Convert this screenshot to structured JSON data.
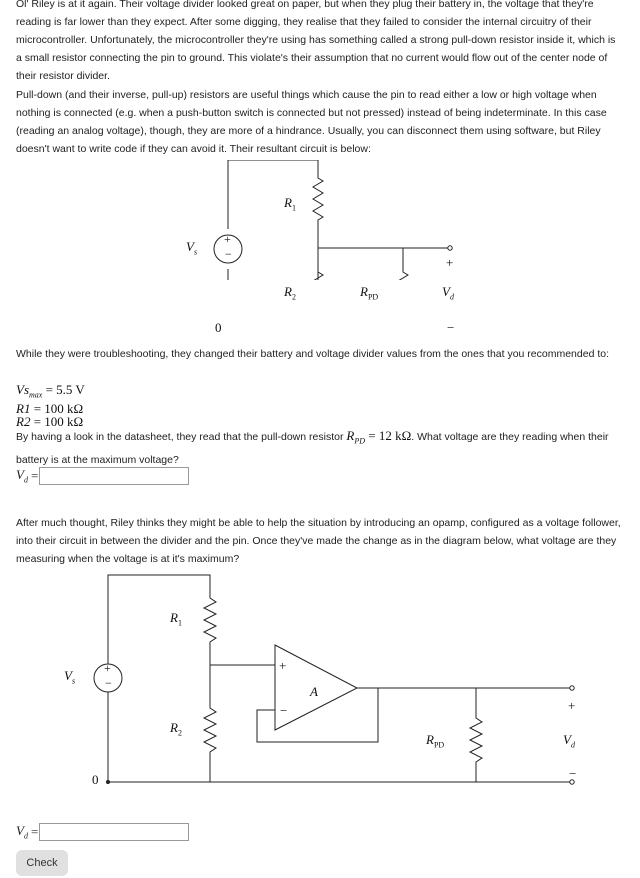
{
  "paragraphs": {
    "p1": "Ol' Riley is at it again. Their voltage divider looked great on paper, but when they plug their battery in, the voltage that they're reading is far lower than they expect. After some digging, they realise that they failed to consider the internal circuitry of their microcontroller. Unfortunately, the microcontroller they're using has something called a strong pull-down resistor inside it, which is a small resistor connecting the pin to ground. This violate's their assumption that no current would flow out of the center node of their resistor divider.",
    "p2": "Pull-down (and their inverse, pull-up) resistors are useful things which cause the pin to read either a low or high voltage when nothing is connected (e.g. when a push-button switch is connected but not pressed) instead of being indeterminate. In this case (reading an analog voltage), though, they are more of a hindrance. Usually, you can disconnect them using software, but Riley doesn't want to write code if they can avoid it. Their resultant circuit is below:",
    "p3": "While they were troubleshooting, they changed their battery and voltage divider values from the ones that you recommended to:",
    "p4_start": "By having a look in the datasheet, they read that the pull-down resistor ",
    "p4_end": ". What voltage are they reading when their battery is at the maximum voltage?",
    "p5": "After much thought, Riley thinks they might be able to help the situation by introducing an opamp, configured as a voltage follower, into their circuit in between the divider and the pin. Once they've made the change as in the diagram below, what voltage are they measuring when the voltage is at it's maximum?"
  },
  "values": {
    "vs_max_label": "Vs",
    "vs_max_sub": "max",
    "vs_max_value": " = 5.5 V",
    "r1_label": "R1",
    "r1_value": " = 100 kΩ",
    "r2_label": "R2",
    "r2_value": " = 100 kΩ",
    "rpd_label": "R",
    "rpd_sub": "PD",
    "rpd_value": " = 12 kΩ"
  },
  "circuit1": {
    "vs": "V",
    "vs_sub": "s",
    "r1": "R",
    "r1_sub": "1",
    "r2": "R",
    "r2_sub": "2",
    "rpd": "R",
    "rpd_sub": "PD",
    "vd": "V",
    "vd_sub": "d",
    "plus": "+",
    "minus": "−",
    "ground": "0"
  },
  "circuit2": {
    "vs": "V",
    "vs_sub": "s",
    "r1": "R",
    "r1_sub": "1",
    "r2": "R",
    "r2_sub": "2",
    "rpd": "R",
    "rpd_sub": "PD",
    "vd": "V",
    "vd_sub": "d",
    "opamp": "A",
    "plus": "+",
    "minus": "−",
    "ground": "0"
  },
  "answers": {
    "a1_label": "V",
    "a1_sub": "d",
    "a1_value": "",
    "a1_placeholder": "",
    "a2_label": "V",
    "a2_sub": "d",
    "a2_value": "",
    "a2_placeholder": "",
    "equals": "="
  },
  "check_label": "Check"
}
